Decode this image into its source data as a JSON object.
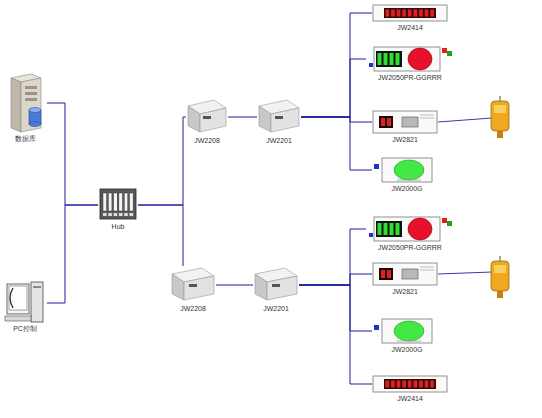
{
  "diagram": {
    "nodes": [
      {
        "text": [
          "数据库"
        ]
      },
      {
        "text": [
          "PC控制"
        ]
      },
      {
        "text": [
          "Hub"
        ]
      },
      {
        "text": [
          "JW2208"
        ]
      },
      {
        "text": [
          "JW2201"
        ]
      },
      {
        "text": [
          "JW2414"
        ]
      },
      {
        "text": [
          "JW2050PR-GGRRR"
        ]
      },
      {
        "text": [
          "JW2821"
        ]
      },
      {
        "text": [
          "JW2000G"
        ]
      },
      {
        "text": [
          "JW2208"
        ]
      },
      {
        "text": [
          "JW2201"
        ]
      },
      {
        "text": [
          "JW2050PR-GGRRR"
        ]
      },
      {
        "text": [
          "JW2821"
        ]
      },
      {
        "text": [
          "JW2000G"
        ]
      },
      {
        "text": [
          "JW2414"
        ]
      }
    ],
    "edges": [
      {
        "from": 0,
        "to": 2,
        "arrow": "none"
      },
      {
        "from": 1,
        "to": 2,
        "arrow": "none"
      },
      {
        "from": 2,
        "to": 3,
        "arrow": "none"
      },
      {
        "from": 2,
        "to": 9,
        "arrow": "none"
      },
      {
        "from": 3,
        "to": 4,
        "arrow": "none"
      },
      {
        "from": 4,
        "to": 5,
        "arrow": "none"
      },
      {
        "from": 4,
        "to": 6,
        "arrow": "none"
      },
      {
        "from": 4,
        "to": 7,
        "arrow": "none"
      },
      {
        "from": 4,
        "to": 8,
        "arrow": "none"
      },
      {
        "from": 9,
        "to": 10,
        "arrow": "none"
      },
      {
        "from": 10,
        "to": 11,
        "arrow": "none"
      },
      {
        "from": 10,
        "to": 12,
        "arrow": "none"
      },
      {
        "from": 10,
        "to": 13,
        "arrow": "none"
      },
      {
        "from": 10,
        "to": 14,
        "arrow": "none"
      }
    ]
  }
}
